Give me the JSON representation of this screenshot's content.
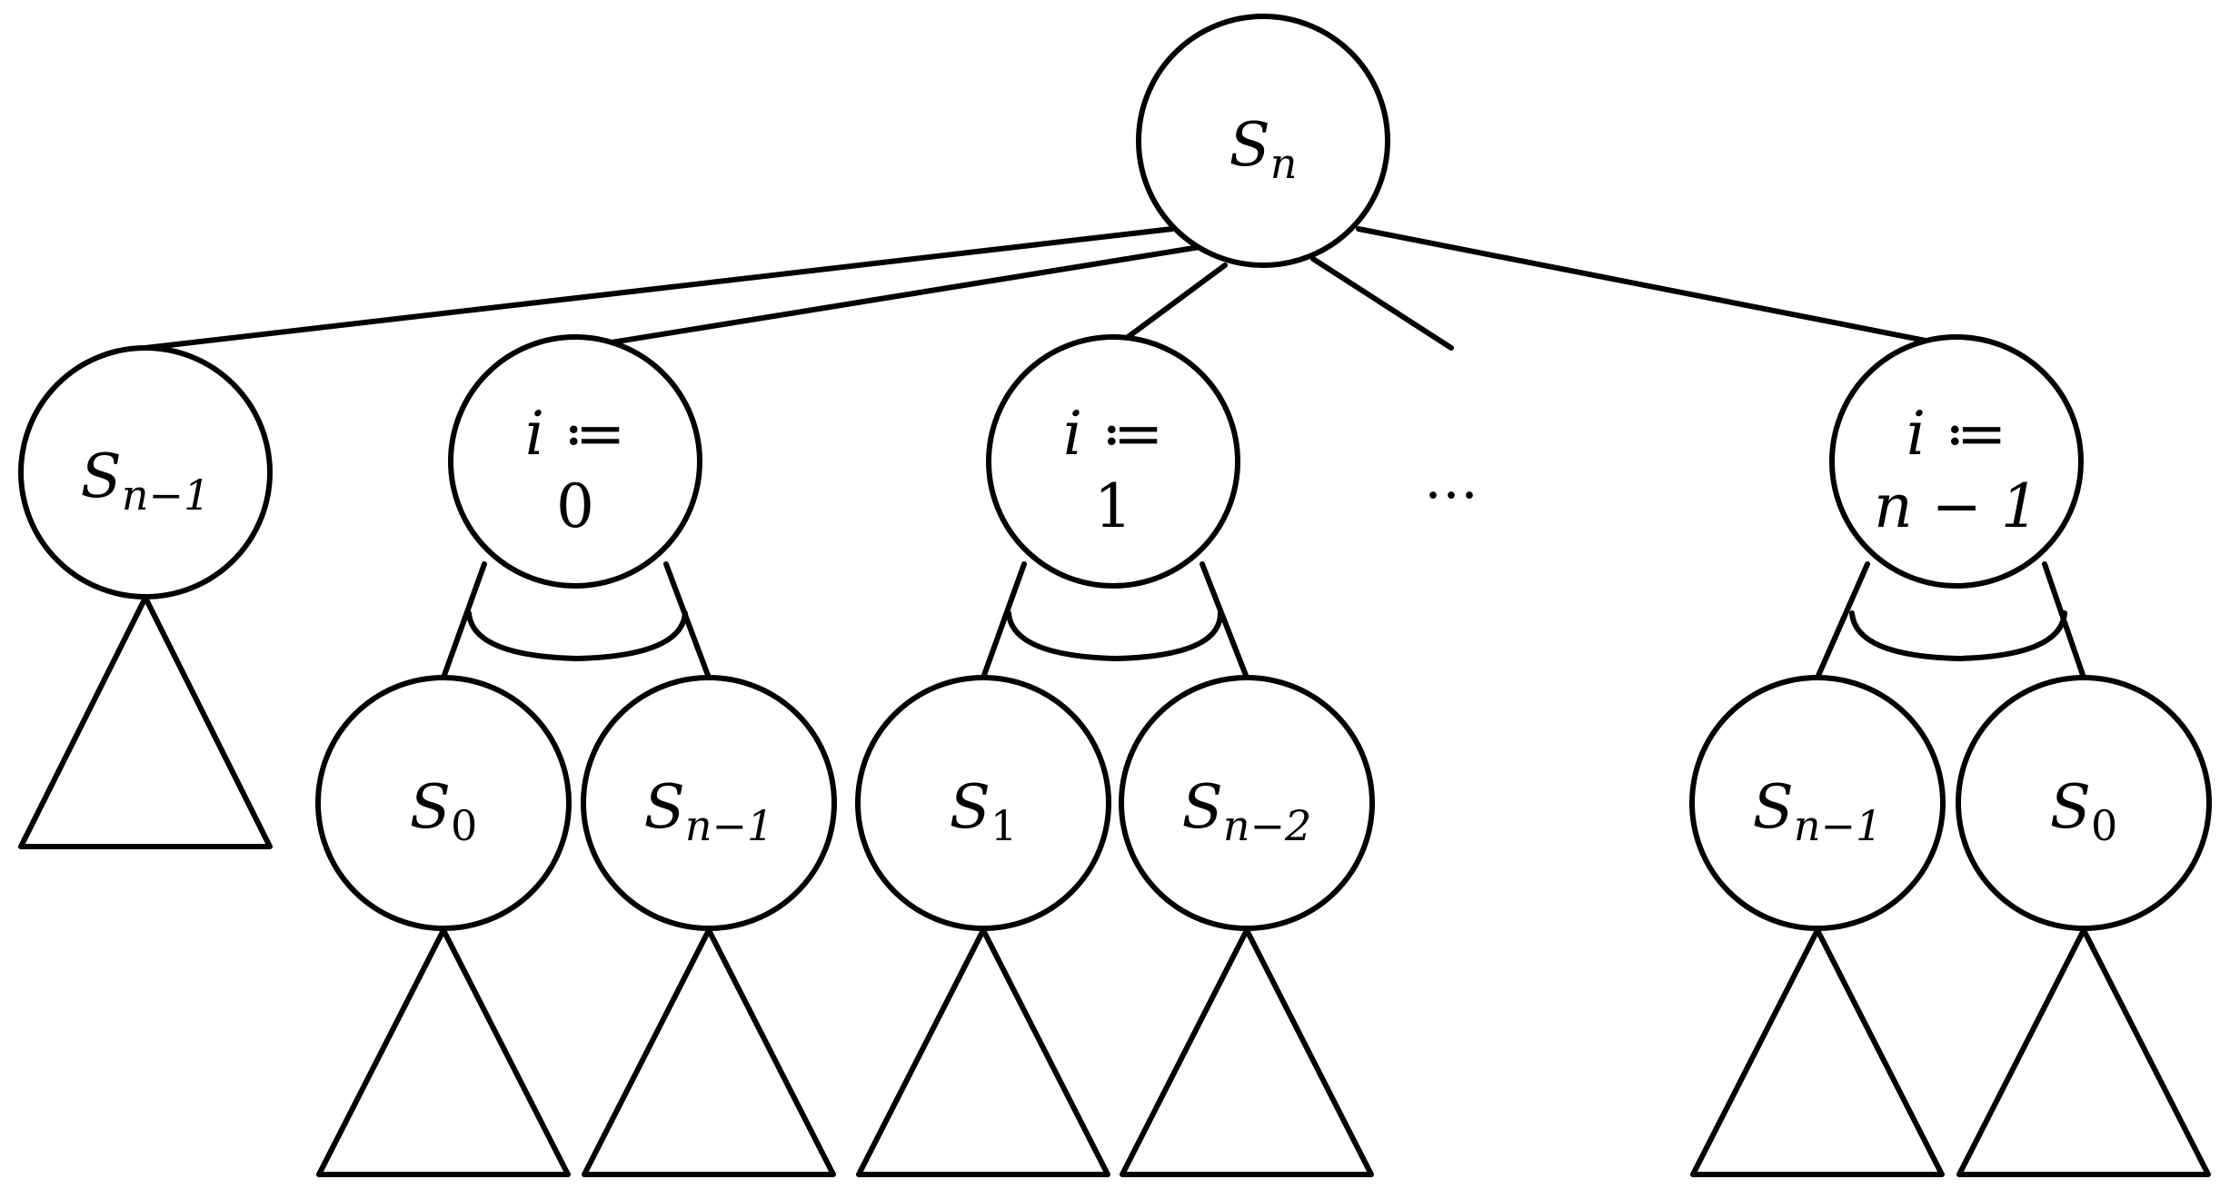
{
  "root": {
    "base": "S",
    "sub": "n"
  },
  "children": [
    {
      "id": "c0",
      "base": "S",
      "sub": "n−1"
    },
    {
      "id": "c1",
      "label_top": "i",
      "op": " ≔",
      "label_bottom": "0"
    },
    {
      "id": "c2",
      "label_top": "i",
      "op": " ≔",
      "label_bottom": "1"
    },
    {
      "id": "c3",
      "label_top": "i",
      "op": " ≔",
      "label_bottom": "n − 1"
    }
  ],
  "ellipsis": "…",
  "grandchildren": [
    {
      "id": "g0",
      "base": "S",
      "sub": "0"
    },
    {
      "id": "g1",
      "base": "S",
      "sub": "n−1"
    },
    {
      "id": "g2",
      "base": "S",
      "sub": "1"
    },
    {
      "id": "g3",
      "base": "S",
      "sub": "n−2"
    },
    {
      "id": "g4",
      "base": "S",
      "sub": "n−1"
    },
    {
      "id": "g5",
      "base": "S",
      "sub": "0"
    }
  ],
  "colors": {
    "stroke": "#000000",
    "fill": "#ffffff"
  }
}
